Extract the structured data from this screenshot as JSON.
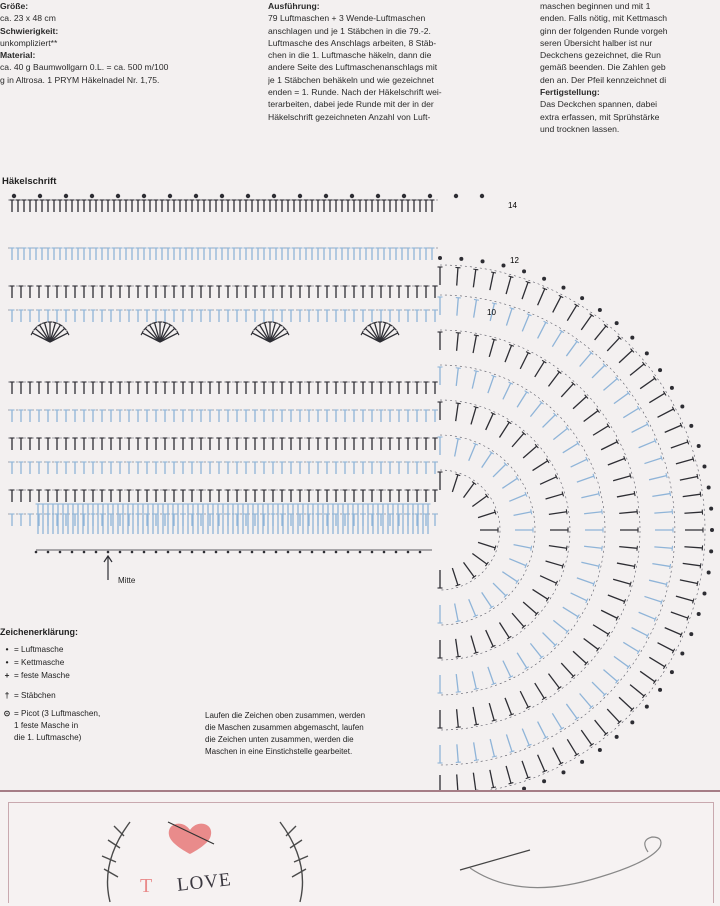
{
  "left_column": {
    "size_heading": "Größe:",
    "size_value": "ca. 23 x 48 cm",
    "difficulty_heading": "Schwierigkeit:",
    "difficulty_value": "unkompliziert**",
    "material_heading": "Material:",
    "material_line1": "ca. 40 g Baumwollgarn 0.L. = ca. 500 m/100",
    "material_line2": "g in Altrosa. 1 PRYM Häkelnadel Nr. 1,75."
  },
  "middle_column": {
    "heading": "Ausführung:",
    "lines": [
      "79 Luftmaschen + 3 Wende-Luftmaschen",
      "anschlagen und je 1 Stäbchen in die 79.-2.",
      "Luftmasche des Anschlags arbeiten, 8 Stäb-",
      "chen in die 1. Luftmasche häkeln, dann die",
      "andere Seite des Luftmaschenanschlags mit",
      "je 1 Stäbchen behäkeln und wie gezeichnet",
      "enden = 1. Runde. Nach der Häkelschrift wei-",
      "terarbeiten, dabei jede Runde mit der in der",
      "Häkelschrift gezeichneten Anzahl von Luft-"
    ]
  },
  "right_column": {
    "lines_top": [
      "maschen beginnen und mit 1",
      "enden. Falls nötig, mit Kettmasch",
      "ginn der folgenden Runde vorgeh",
      "seren Übersicht halber ist nur",
      "Deckchens gezeichnet, die Run",
      "gemäß beenden. Die Zahlen geb",
      "den an. Der Pfeil kennzeichnet di"
    ],
    "finishing_heading": "Fertigstellung:",
    "lines_bottom": [
      "Das Deckchen spannen, dabei",
      "extra erfassen, mit Sprühstärke",
      "und trocknen lassen."
    ]
  },
  "diagram": {
    "title": "Häkelschrift",
    "round_numbers": [
      "14",
      "12",
      "10"
    ],
    "center_label": "Mitte",
    "colors": {
      "dark": "#2d2d33",
      "blue": "#8fb4d8",
      "grid": "#555560"
    }
  },
  "legend": {
    "title": "Zeichenerklärung:",
    "items": [
      {
        "symbol": "•",
        "text": "= Luftmasche"
      },
      {
        "symbol": "•",
        "text": "= Kettmasche"
      },
      {
        "symbol": "+",
        "text": "= feste Masche"
      },
      {
        "symbol": "†",
        "text": "= Stäbchen"
      },
      {
        "symbol": "⊙",
        "text": "= Picot (3 Luftmaschen,\n1 feste Masche in\ndie 1. Luftmasche)"
      }
    ]
  },
  "note": {
    "lines": [
      "Laufen die Zeichen oben zusammen, werden",
      "die Maschen zusammen abgemascht, laufen",
      "die Zeichen unten zusammen, werden die",
      "Maschen in eine Einstichstelle gearbeitet."
    ]
  },
  "bottom": {
    "love_text": "LOVE"
  }
}
